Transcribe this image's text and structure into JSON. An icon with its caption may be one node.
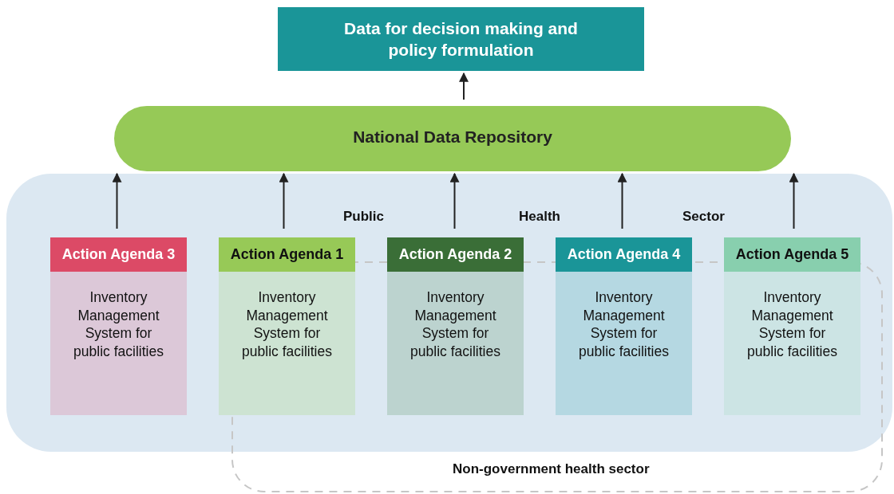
{
  "diagram": {
    "nodes": [
      {
        "text": [
          "Data for decision making and policy formulation"
        ]
      },
      {
        "text": [
          "National Data Repository"
        ]
      },
      {
        "text": [
          "Public",
          "Health",
          "Sector"
        ]
      },
      {
        "text": [
          "Non-government health sector"
        ]
      },
      {
        "text": [
          "Action Agenda 3",
          "Inventory Management System for public facilities"
        ],
        "in": 2
      },
      {
        "text": [
          "Action Agenda 1",
          "Inventory Management System for public facilities"
        ],
        "in": 2
      },
      {
        "text": [
          "Action Agenda 2",
          "Inventory Management System for public facilities"
        ],
        "in": 2
      },
      {
        "text": [
          "Action Agenda 4",
          "Inventory Management System for public facilities"
        ],
        "in": 2
      },
      {
        "text": [
          "Action Agenda 5",
          "Inventory Management System for public facilities"
        ],
        "in": 2
      }
    ],
    "edges": [
      {
        "from": 1,
        "to": 0,
        "arrow": "to"
      },
      {
        "from": 4,
        "to": 1,
        "arrow": "to"
      },
      {
        "from": 5,
        "to": 1,
        "arrow": "to"
      },
      {
        "from": 6,
        "to": 1,
        "arrow": "to"
      },
      {
        "from": 7,
        "to": 1,
        "arrow": "to"
      },
      {
        "from": 8,
        "to": 1,
        "arrow": "to"
      }
    ]
  }
}
